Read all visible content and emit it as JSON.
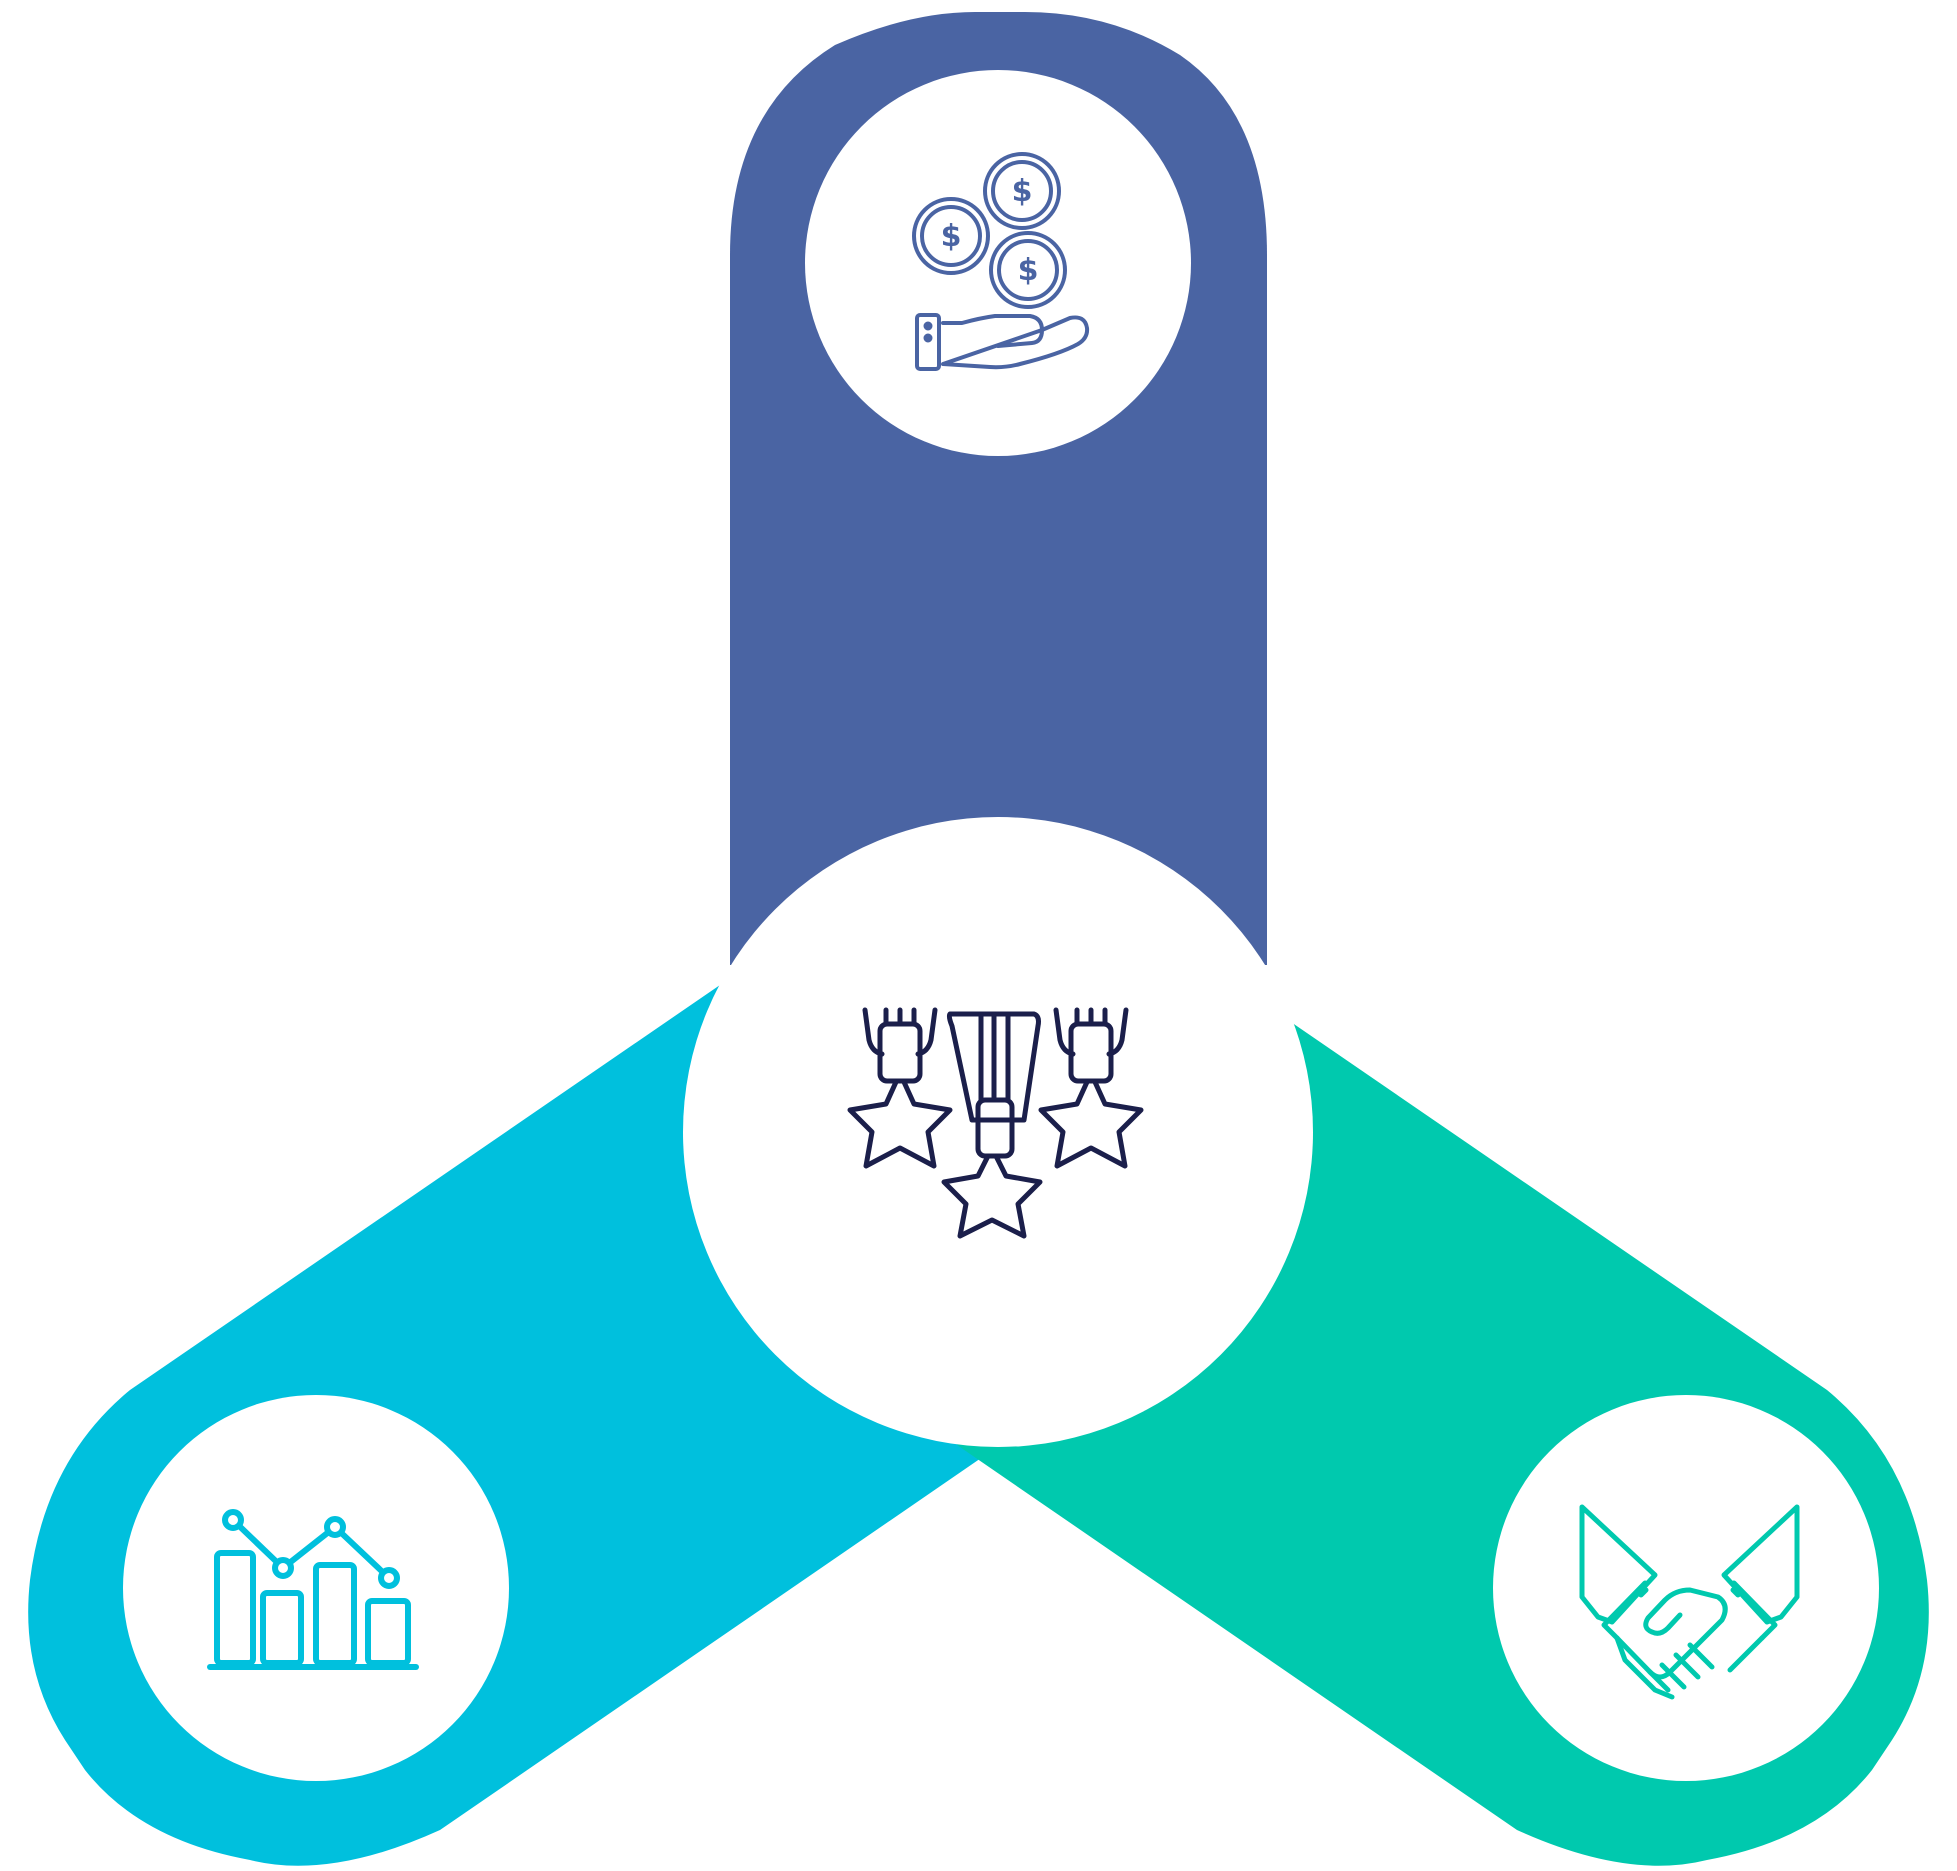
{
  "diagram": {
    "type": "three-arm hub diagram",
    "center": {
      "icon": "medals-icon",
      "color": "#1B1F4B"
    },
    "arms": [
      {
        "id": "top",
        "icon": "coins-in-hand-icon",
        "color": "#4A64A3"
      },
      {
        "id": "left",
        "icon": "bar-line-chart-icon",
        "color": "#00C0DD"
      },
      {
        "id": "right",
        "icon": "handshake-icon",
        "color": "#00C9AE"
      }
    ],
    "background": "#FFFFFF",
    "circle_fill": "#FFFFFF"
  }
}
